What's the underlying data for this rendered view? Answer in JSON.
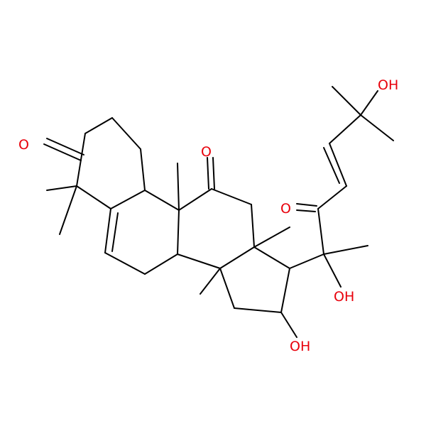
{
  "colors": {
    "bond": "#000000",
    "oxygen": "#e8000b",
    "background": "#ffffff"
  },
  "labels": {
    "ketone_3": "O",
    "ketone_11": "O",
    "ketone_22": "O",
    "hydroxyl_25": "OH",
    "hydroxyl_20": "OH",
    "hydroxyl_16": "OH"
  }
}
